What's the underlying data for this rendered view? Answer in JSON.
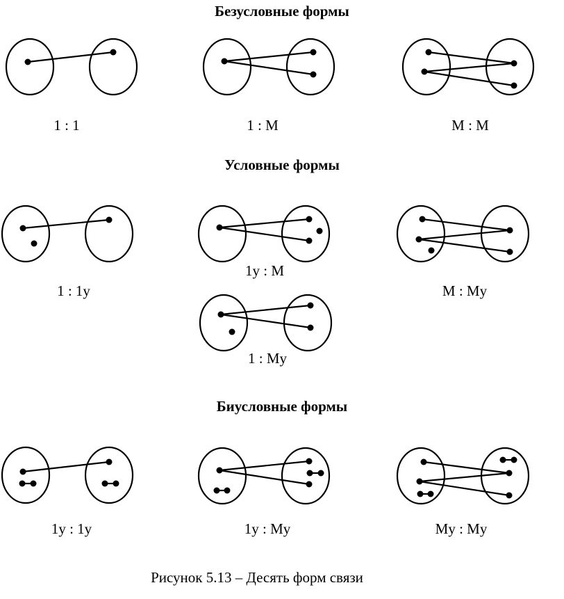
{
  "headings": {
    "unconditional": "Безусловные формы",
    "conditional": "Условные формы",
    "biconditional": "Биусловные формы"
  },
  "labels": {
    "one_to_one": "1 : 1",
    "one_to_many": "1 : M",
    "many_to_many": "M : M",
    "one_to_one_cond": "1 : 1у",
    "one_cond_to_many": "1у : M",
    "many_to_many_cond": "M : Mу",
    "one_to_many_cond": "1 : Mу",
    "one_cond_to_one_cond": "1у : 1у",
    "one_cond_to_many_cond": "1у : Mу",
    "many_cond_to_many_cond": "Mу : Mу"
  },
  "caption": "Рисунок 5.13 – Десять форм связи"
}
